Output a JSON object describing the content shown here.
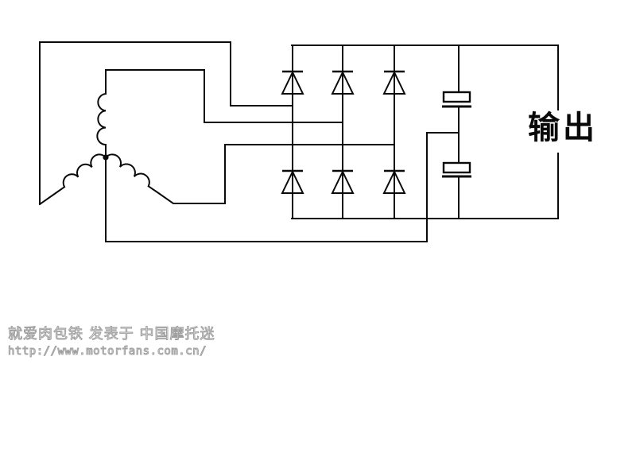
{
  "diagram": {
    "output_label": "输出",
    "watermark": {
      "line1": "就爱肉包铁 发表于 中国摩托迷",
      "line2": "http://www.motorfans.com.cn/"
    },
    "colors": {
      "line": "#0a0a0a",
      "watermark": "#9f9f9f",
      "background": "#ffffff"
    }
  }
}
